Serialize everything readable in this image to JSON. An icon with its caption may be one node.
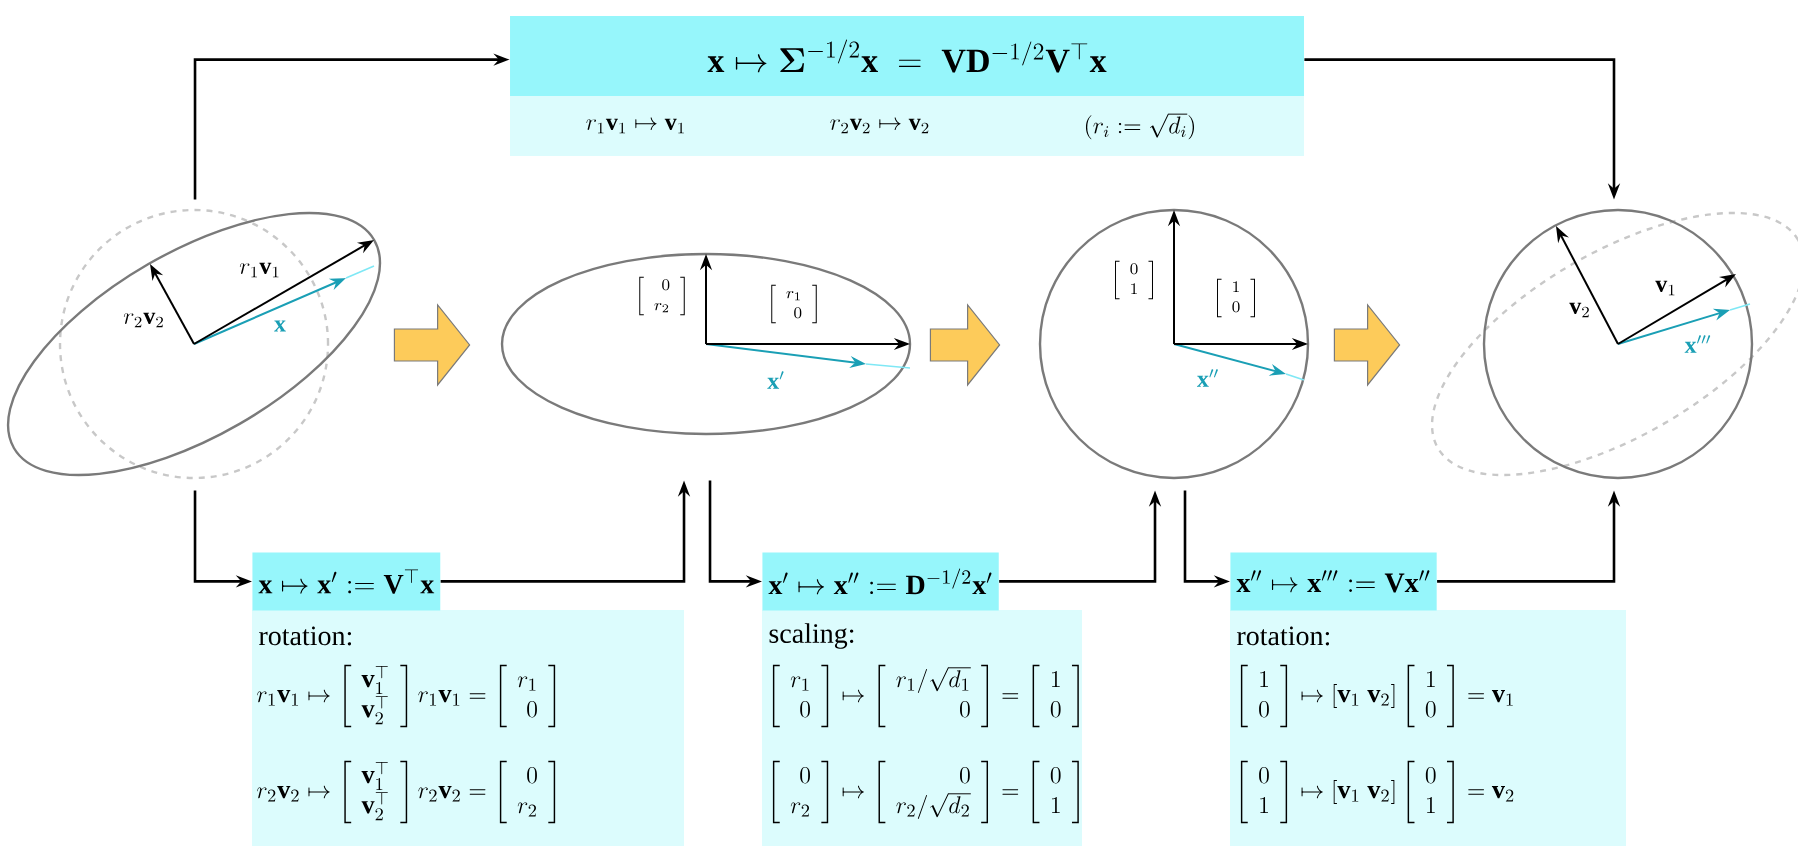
{
  "diagram": {
    "nodes": [
      {
        "text": [
          "r_1\\mathbf{v}_1",
          "r_2\\mathbf{v}_2",
          "\\mathbf{x}"
        ]
      },
      {
        "text": [
          "\\left[\\begin{array}{r}0\\\\r_2\\end{array}\\right]",
          "\\left[\\begin{array}{r}r_1\\\\0\\end{array}\\right]",
          "\\mathbf{x}'"
        ]
      },
      {
        "text": [
          "\\left[\\begin{array}{r}0\\\\1\\end{array}\\right]",
          "\\left[\\begin{array}{r}1\\\\0\\end{array}\\right]",
          "\\mathbf{x}''"
        ]
      },
      {
        "text": [
          "\\mathbf{v}_2",
          "\\mathbf{v}_1",
          "\\mathbf{x}'''"
        ]
      },
      {
        "text": [
          "\\mathbf{x}\\mapsto\\boldsymbol{\\Sigma}^{-1/2}\\mathbf{x}\\;=\\;\\mathbf{V}\\mathbf{D}^{-1/2}\\mathbf{V}^{\\top}\\mathbf{x}",
          "r_1\\mathbf{v}_1\\mapsto\\mathbf{v}_1",
          "r_2\\mathbf{v}_2\\mapsto\\mathbf{v}_2",
          "(r_i:=\\sqrt{d_i})"
        ]
      },
      {
        "text": [
          "\\mathbf{x}\\mapsto\\mathbf{x}':=\\mathbf{V}^{\\top}\\mathbf{x}",
          "rotation:",
          "r_1\\mathbf{v}_1\\mapsto\\left[\\begin{array}{c}\\mathbf{v}_1^{\\top}\\\\\\mathbf{v}_2^{\\top}\\end{array}\\right]r_1\\mathbf{v}_1=\\left[\\begin{array}{r}r_1\\\\0\\end{array}\\right]",
          "r_2\\mathbf{v}_2\\mapsto\\left[\\begin{array}{c}\\mathbf{v}_1^{\\top}\\\\\\mathbf{v}_2^{\\top}\\end{array}\\right]r_2\\mathbf{v}_2=\\left[\\begin{array}{r}0\\\\r_2\\end{array}\\right]"
        ]
      },
      {
        "text": [
          "\\mathbf{x}'\\mapsto\\mathbf{x}'':=\\mathbf{D}^{-1/2}\\mathbf{x}'",
          "scaling:",
          "\\left[\\begin{array}{r}r_1\\\\0\\end{array}\\right]\\mapsto\\left[\\begin{array}{r}r_1/\\sqrt{d_1}\\\\0\\end{array}\\right]=\\left[\\begin{array}{r}1\\\\0\\end{array}\\right]",
          "\\left[\\begin{array}{r}0\\\\r_2\\end{array}\\right]\\mapsto\\left[\\begin{array}{r}0\\\\r_2/\\sqrt{d_2}\\end{array}\\right]=\\left[\\begin{array}{r}0\\\\1\\end{array}\\right]"
        ]
      },
      {
        "text": [
          "\\mathbf{x}''\\mapsto\\mathbf{x}''':=\\mathbf{V}\\mathbf{x}''",
          "rotation:",
          "\\left[\\begin{array}{r}1\\\\0\\end{array}\\right]\\mapsto[\\mathbf{v}_1\\;\\mathbf{v}_2]\\left[\\begin{array}{r}1\\\\0\\end{array}\\right]=\\mathbf{v}_1",
          "\\left[\\begin{array}{r}0\\\\1\\end{array}\\right]\\mapsto[\\mathbf{v}_1\\;\\mathbf{v}_2]\\left[\\begin{array}{r}0\\\\1\\end{array}\\right]=\\mathbf{v}_2"
        ]
      }
    ],
    "edges": [
      {
        "from": 0,
        "to": 4,
        "arrow": "to"
      },
      {
        "from": 4,
        "to": 3,
        "arrow": "to"
      },
      {
        "from": 0,
        "to": 1,
        "arrow": "to",
        "style": "thick",
        "color": "#fdcb5a"
      },
      {
        "from": 1,
        "to": 2,
        "arrow": "to",
        "style": "thick",
        "color": "#fdcb5a"
      },
      {
        "from": 2,
        "to": 3,
        "arrow": "to",
        "style": "thick",
        "color": "#fdcb5a"
      },
      {
        "from": 0,
        "to": 5,
        "arrow": "to"
      },
      {
        "from": 5,
        "to": 1,
        "arrow": "to"
      },
      {
        "from": 1,
        "to": 6,
        "arrow": "to"
      },
      {
        "from": 6,
        "to": 2,
        "arrow": "to"
      },
      {
        "from": 2,
        "to": 7,
        "arrow": "to"
      },
      {
        "from": 7,
        "to": 3,
        "arrow": "to"
      }
    ]
  }
}
